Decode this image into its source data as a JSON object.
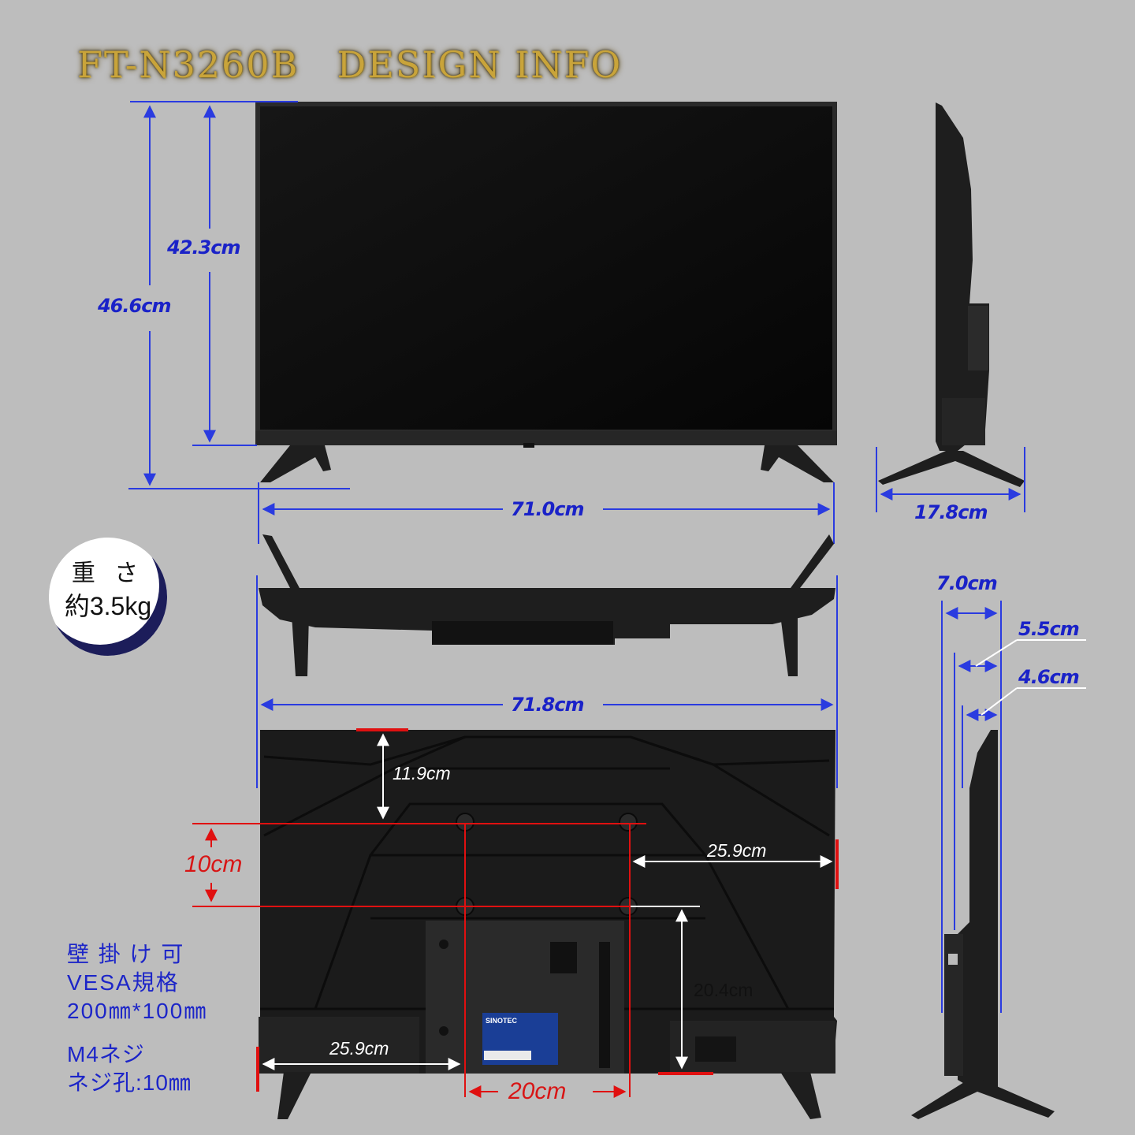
{
  "title": "FT-N3260B　DESIGN INFO",
  "weight": {
    "label": "重 さ",
    "value": "約3.5kg"
  },
  "dimensions": {
    "screen_height": "42.3cm",
    "total_height": "46.6cm",
    "stand_width": "71.0cm",
    "stand_depth": "17.8cm",
    "total_width": "71.8cm",
    "depth_total": "7.0cm",
    "depth_mid": "5.5cm",
    "depth_thin": "4.6cm",
    "top_to_mount": "11.9cm",
    "mount_to_side": "25.9cm",
    "vesa_vertical": "10cm",
    "mount_to_bottom": "20.4cm",
    "left_to_mount": "25.9cm",
    "vesa_horizontal": "20cm"
  },
  "notes": {
    "wall_mount": "壁 掛 け 可",
    "vesa": "VESA規格",
    "vesa_size": "200㎜*100㎜",
    "screw": "M4ネジ",
    "screw_hole": "ネジ孔:10㎜"
  },
  "rear_label": {
    "brand": "SINOTEC"
  },
  "colors": {
    "dimension_blue": "#1a22c8",
    "dimension_red": "#e01010",
    "tv_body": "#1b1b1b",
    "background": "#bdbdbd",
    "title_gold": "#c9a43a"
  }
}
